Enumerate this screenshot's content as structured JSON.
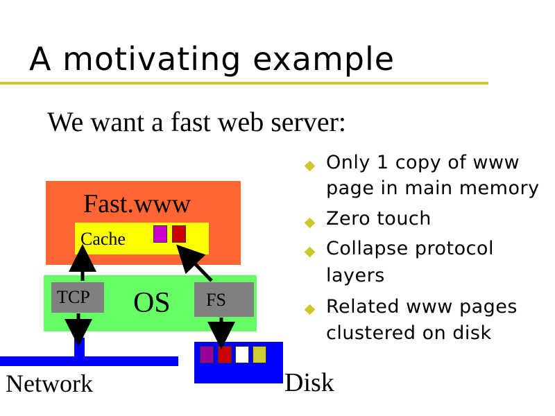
{
  "slide": {
    "title": "A motivating example",
    "subtitle": "We want a fast web server:"
  },
  "bullets": {
    "items": [
      {
        "lines": [
          "Only 1 copy of www",
          "page in main memory"
        ]
      },
      {
        "lines": [
          "Zero touch"
        ]
      },
      {
        "lines": [
          "Collapse protocol",
          "layers"
        ]
      },
      {
        "lines": [
          "Related www pages",
          "clustered on disk"
        ]
      }
    ]
  },
  "diagram": {
    "app_label": "Fast.www",
    "cache_label": "Cache",
    "tcp_label": "TCP",
    "os_label": "OS",
    "fs_label": "FS",
    "network_label": "Network",
    "disk_label": "Disk",
    "colors": {
      "app": "#ff6633",
      "cache": "#ffff00",
      "os": "#66ff66",
      "module": "#808080",
      "network": "#0000ff",
      "disk": "#0000ff",
      "accent": "#c9c92a"
    },
    "cache_pages": [
      {
        "color": "#cc00cc"
      },
      {
        "color": "#cc0000"
      }
    ],
    "disk_pages": [
      {
        "color": "#990099"
      },
      {
        "color": "#cc0000"
      },
      {
        "color": "#ffffff"
      },
      {
        "color": "#cccc33"
      }
    ]
  }
}
